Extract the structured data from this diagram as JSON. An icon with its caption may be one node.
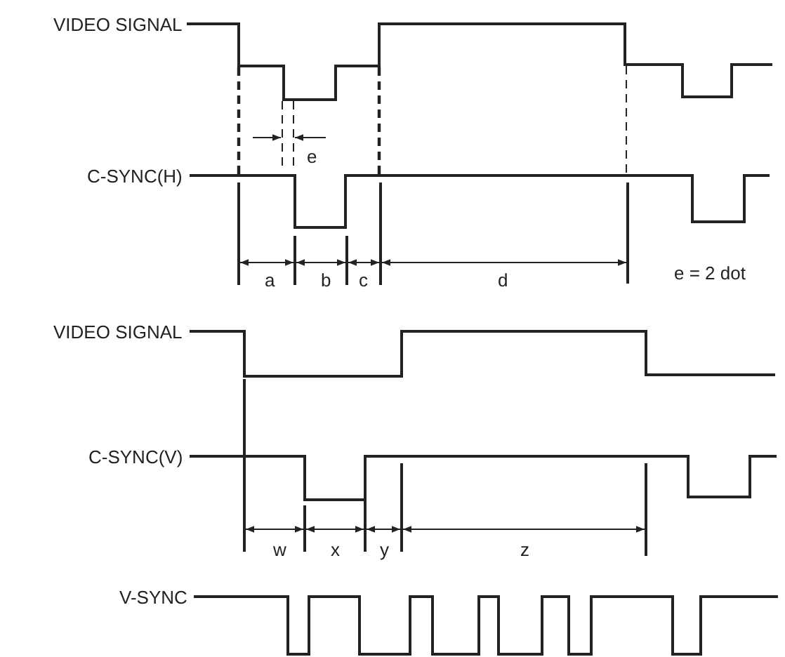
{
  "diagram": {
    "labels": [
      "VIDEO SIGNAL",
      "e",
      "C-SYNC(H)",
      "a",
      "b",
      "c",
      "d",
      "e = 2 dot",
      "VIDEO SIGNAL",
      "C-SYNC(V)",
      "w",
      "x",
      "y",
      "z",
      "V-SYNC"
    ]
  }
}
